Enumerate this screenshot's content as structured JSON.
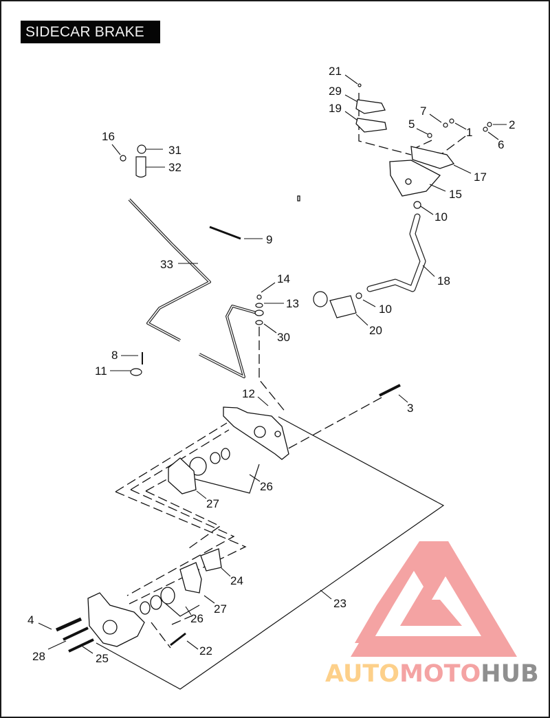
{
  "title": "SIDECAR BRAKE",
  "callouts": [
    {
      "id": "c1",
      "label": "1"
    },
    {
      "id": "c2",
      "label": "2"
    },
    {
      "id": "c3",
      "label": "3"
    },
    {
      "id": "c4",
      "label": "4"
    },
    {
      "id": "c5",
      "label": "5"
    },
    {
      "id": "c6",
      "label": "6"
    },
    {
      "id": "c7",
      "label": "7"
    },
    {
      "id": "c8",
      "label": "8"
    },
    {
      "id": "c9",
      "label": "9"
    },
    {
      "id": "c10a",
      "label": "10"
    },
    {
      "id": "c10b",
      "label": "10"
    },
    {
      "id": "c11",
      "label": "11"
    },
    {
      "id": "c12",
      "label": "12"
    },
    {
      "id": "c13",
      "label": "13"
    },
    {
      "id": "c14",
      "label": "14"
    },
    {
      "id": "c15",
      "label": "15"
    },
    {
      "id": "c16",
      "label": "16"
    },
    {
      "id": "c17",
      "label": "17"
    },
    {
      "id": "c18",
      "label": "18"
    },
    {
      "id": "c19",
      "label": "19"
    },
    {
      "id": "c20",
      "label": "20"
    },
    {
      "id": "c21",
      "label": "21"
    },
    {
      "id": "c22",
      "label": "22"
    },
    {
      "id": "c23",
      "label": "23"
    },
    {
      "id": "c24",
      "label": "24"
    },
    {
      "id": "c25",
      "label": "25"
    },
    {
      "id": "c26a",
      "label": "26"
    },
    {
      "id": "c26b",
      "label": "26"
    },
    {
      "id": "c27a",
      "label": "27"
    },
    {
      "id": "c27b",
      "label": "27"
    },
    {
      "id": "c28",
      "label": "28"
    },
    {
      "id": "c29",
      "label": "29"
    },
    {
      "id": "c30",
      "label": "30"
    },
    {
      "id": "c31",
      "label": "31"
    },
    {
      "id": "c32",
      "label": "32"
    },
    {
      "id": "c33",
      "label": "33"
    }
  ],
  "watermark": {
    "part1": "AUTO",
    "part2": "MOTO",
    "part3": "HUB",
    "colors": {
      "logo": "#f4a3a3",
      "part1": "#fdd08a",
      "part2": "#f4a3a3",
      "part3": "#8f8f8f"
    }
  }
}
